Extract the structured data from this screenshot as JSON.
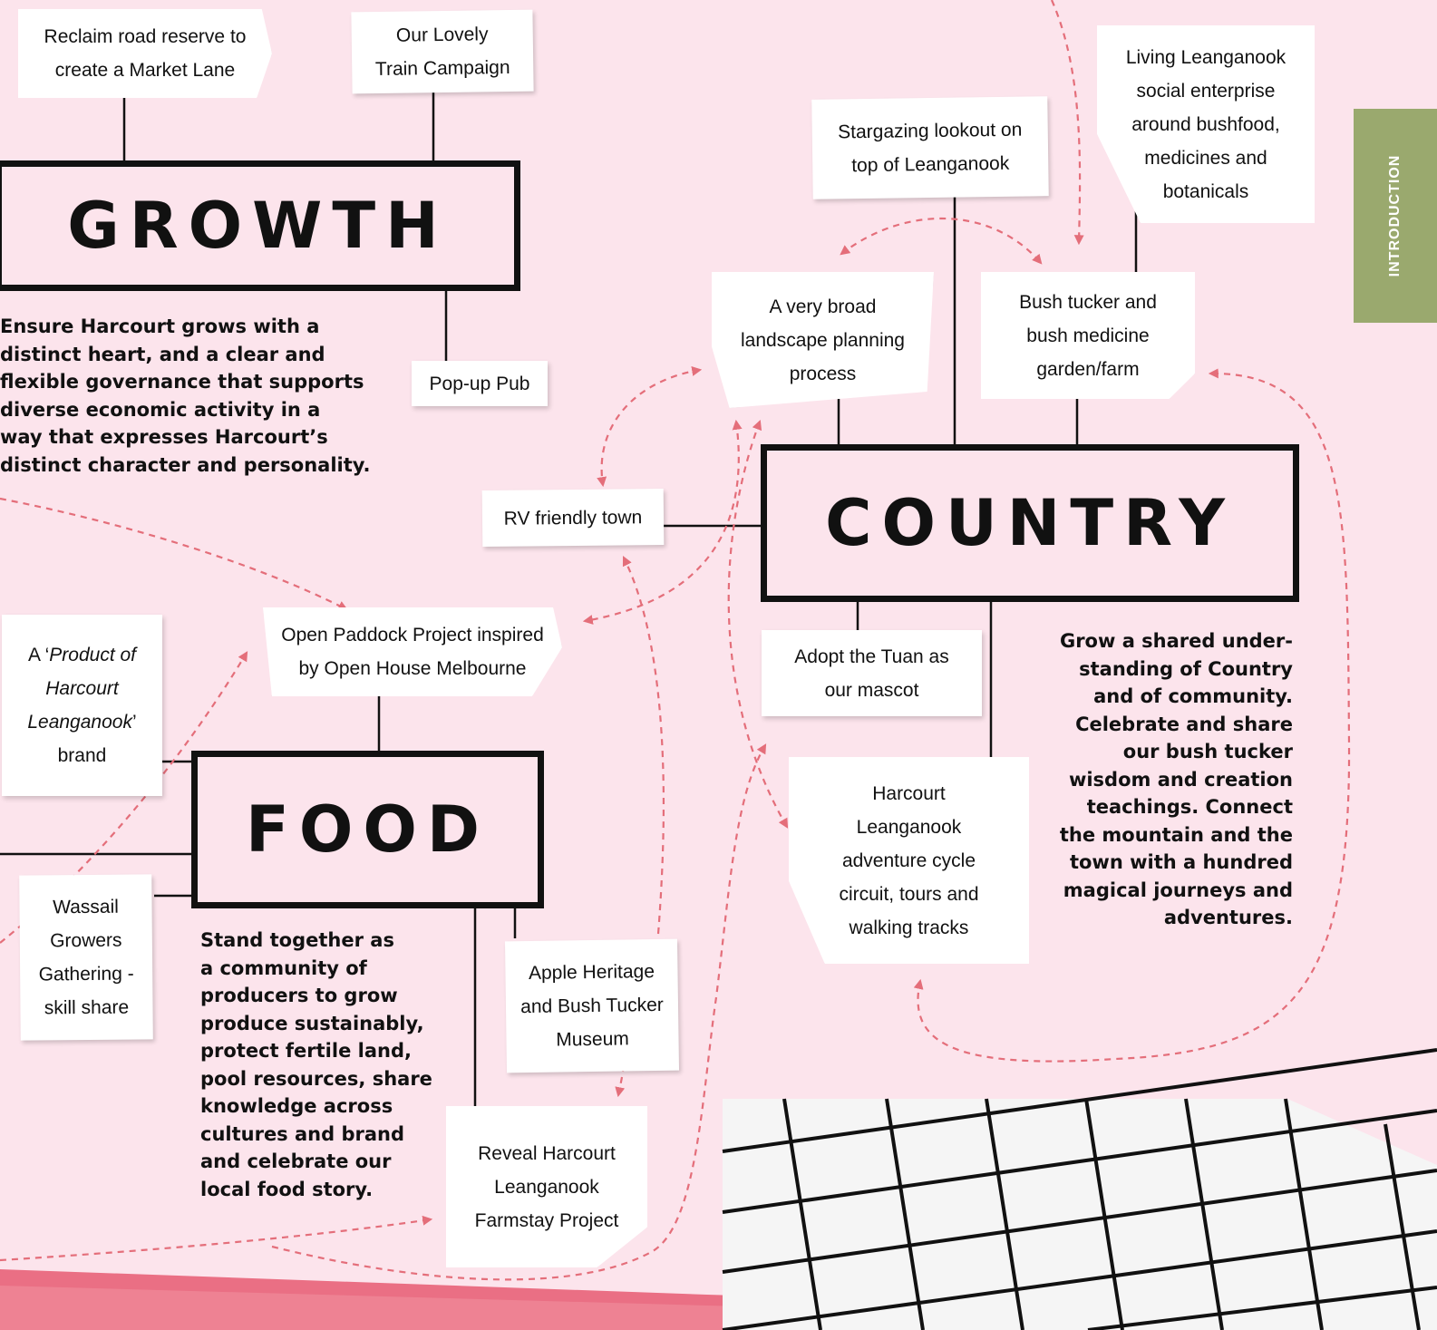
{
  "colors": {
    "background": "#fce4ec",
    "line": "#111111",
    "arrow": "#e46e7a",
    "tab": "#9aa96e",
    "band": "#ea6f84"
  },
  "side_tab": {
    "label": "INTRODUCTION"
  },
  "themes": {
    "growth": {
      "title": "GROWTH",
      "description": "Ensure Harcourt grows with a\ndistinct heart, and a clear and\nflexible governance that supports\ndiverse economic activity in a\nway that expresses Harcourt’s\ndistinct character and personality."
    },
    "country": {
      "title": "COUNTRY",
      "description": "Grow a shared under-\nstanding of Country\nand of community.\nCelebrate and share\nour bush tucker\nwisdom and creation\nteachings. Connect\nthe mountain and the\ntown with a hundred\nmagical journeys and\nadventures."
    },
    "food": {
      "title": "FOOD",
      "description": "Stand together as\na community of\nproducers to grow\nproduce sustainably,\nprotect fertile land,\npool resources, share\nknowledge across\ncultures and brand\nand celebrate our\nlocal food story."
    }
  },
  "cards": {
    "market_lane": "Reclaim road reserve to\ncreate a Market Lane",
    "train": "Our Lovely\nTrain Campaign",
    "popup_pub": "Pop-up Pub",
    "stargazing": "Stargazing lookout on\ntop of Leanganook",
    "living": "Living Leanganook\nsocial enterprise\naround bushfood,\nmedicines and\nbotanicals",
    "landscape": "A very broad\nlandscape planning\nprocess",
    "bush_tucker": "Bush tucker and\nbush medicine\ngarden/farm",
    "rv": "RV friendly town",
    "open_paddock": "Open Paddock Project inspired\nby Open House Melbourne",
    "brand_prefix": "A ‘",
    "brand_italic": "Product of\nHarcourt\nLeanganook",
    "brand_suffix": "’\nbrand",
    "tuan": "Adopt the Tuan as\nour mascot",
    "cycle": "Harcourt\nLeanganook\nadventure cycle\ncircuit, tours and\nwalking tracks",
    "wassail": "Wassail\nGrowers\nGathering -\nskill share",
    "apple": "Apple Heritage\nand Bush Tucker\nMuseum",
    "farmstay": "Reveal Harcourt\nLeanganook\nFarmstay Project"
  }
}
